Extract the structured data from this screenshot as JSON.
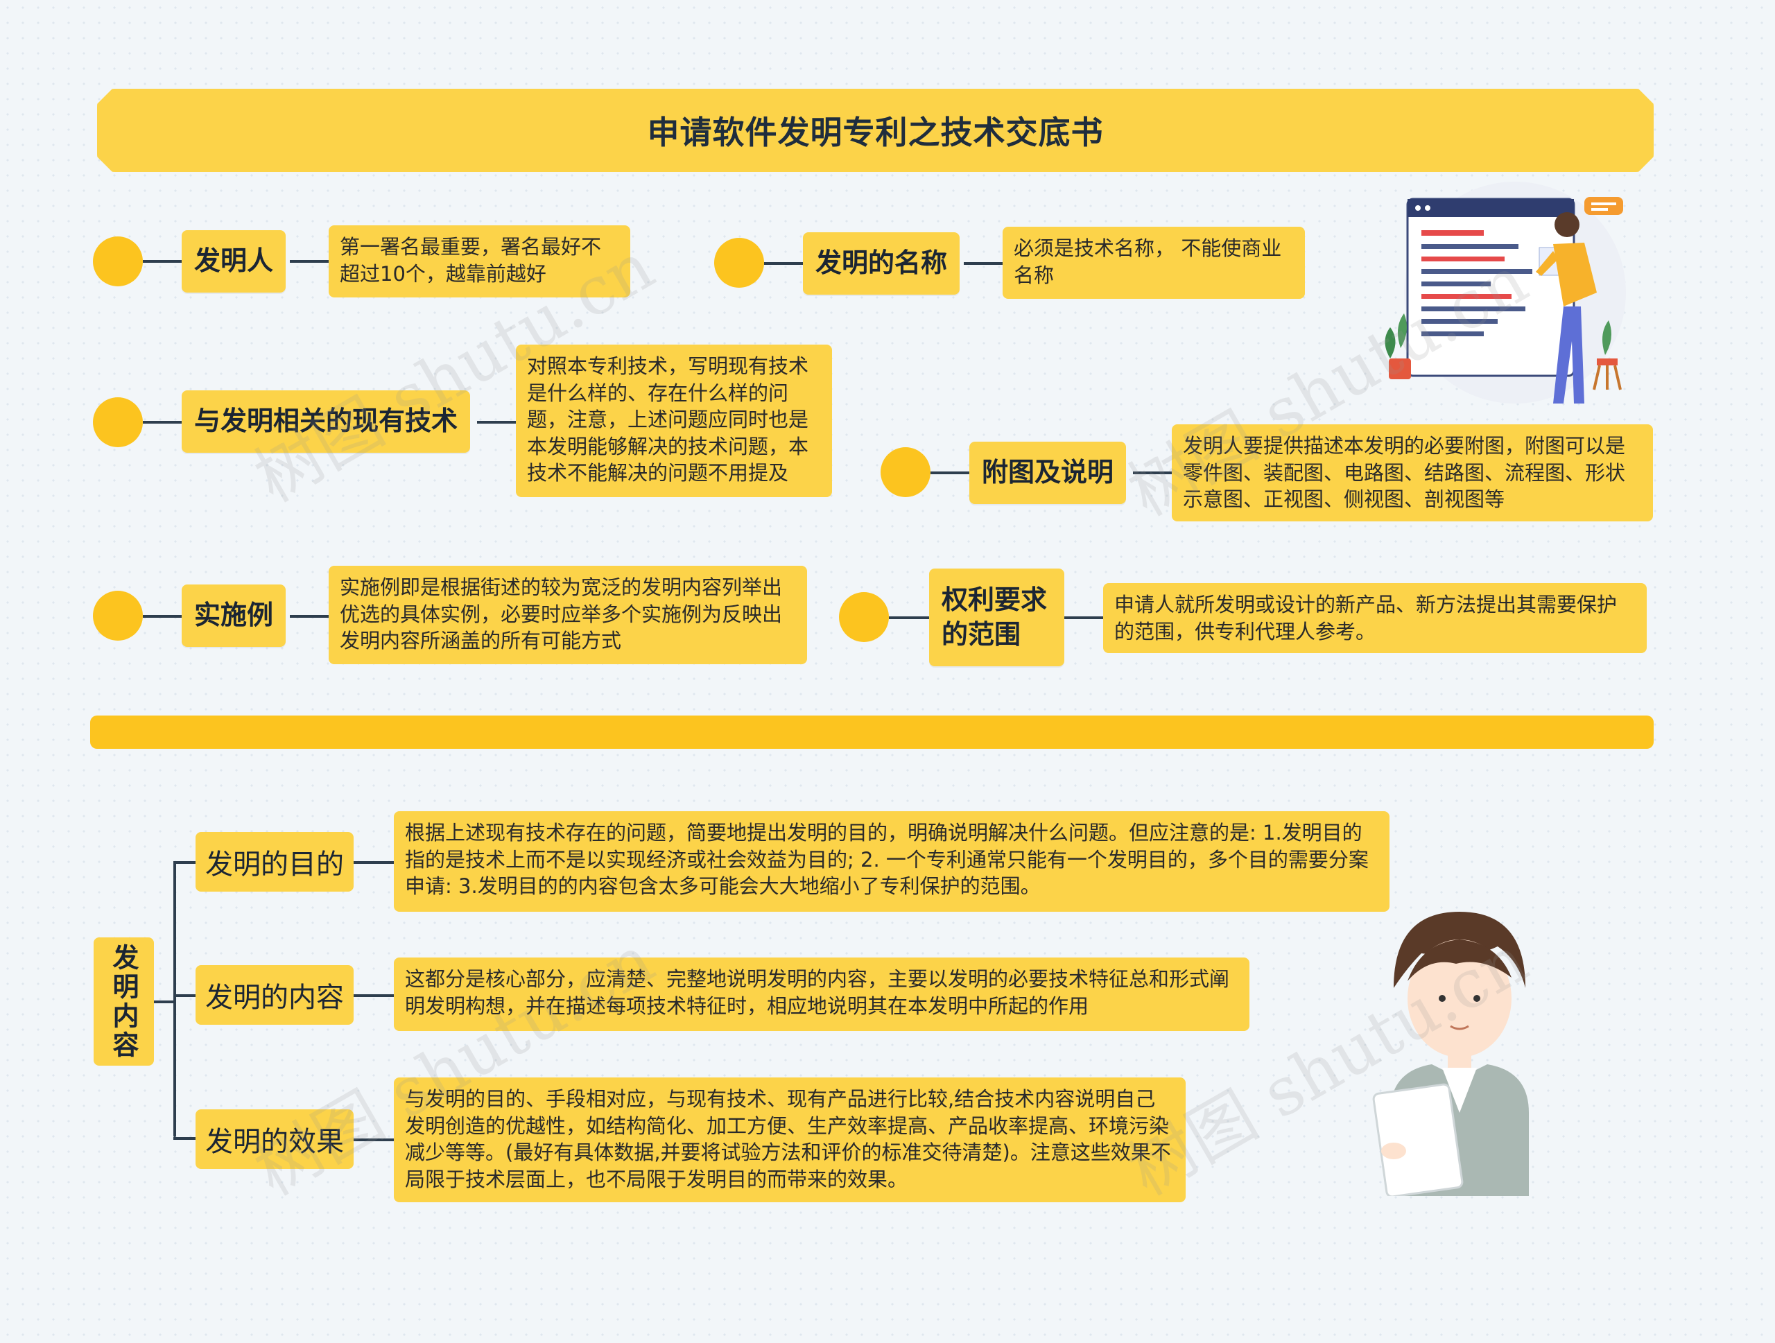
{
  "title": "申请软件发明专利之技术交底书",
  "top_nodes": [
    {
      "label": "发明人",
      "desc": "第一署名最重要，署名最好不超过10个，越靠前越好"
    },
    {
      "label": "发明的名称",
      "desc": "必须是技术名称，  不能使商业名称"
    },
    {
      "label": "与发明相关的现有技术",
      "desc": "对照本专利技术，写明现有技术是什么样的、存在什么样的问题，注意，上述问题应同时也是本发明能够解决的技术问题，本技术不能解决的问题不用提及"
    },
    {
      "label": "附图及说明",
      "desc": "发明人要提供描述本发明的必要附图，附图可以是零件图、装配图、电路图、结路图、流程图、形状示意图、正视图、侧视图、剖视图等"
    },
    {
      "label": "实施例",
      "desc": "实施例即是根据街述的较为宽泛的发明内容列举出优选的具体实例，必要时应举多个实施例为反映出发明内容所涵盖的所有可能方式"
    },
    {
      "label": "权利要求的范围",
      "desc": "申请人就所发明或设计的新产品、新方法提出其需要保护的范围，供专利代理人参考。"
    }
  ],
  "bottom": {
    "root": "发明内容",
    "items": [
      {
        "label": "发明的目的",
        "desc": "根据上述现有技术存在的问题，简要地提出发明的目的，明确说明解决什么问题。但应注意的是: 1.发明目的指的是技术上而不是以实现经济或社会效益为目的; 2. 一个专利通常只能有一个发明目的，多个目的需要分案申请: 3.发明目的的内容包含太多可能会大大地缩小了专利保护的范围。"
      },
      {
        "label": "发明的内容",
        "desc": "这都分是核心部分，应清楚、完整地说明发明的内容，主要以发明的必要技术特征总和形式阐明发明构想，并在描述每项技术特征时，相应地说明其在本发明中所起的作用"
      },
      {
        "label": "发明的效果",
        "desc": "与发明的目的、手段相对应，与现有技术、现有产品进行比较,结合技术内容说明自己发明创造的优越性，如结构简化、加工方便、生产效率提高、产品收率提高、环境污染减少等等。(最好有具体数据,并要将试验方法和评价的标准交待清楚)。注意这些效果不局限于技术层面上，也不局限于发明目的而带来的效果。"
      }
    ]
  },
  "watermark": "树图 shutu.cn",
  "colors": {
    "accent": "#fcd349",
    "dot": "#fcc41f",
    "line": "#2e3e4e"
  }
}
